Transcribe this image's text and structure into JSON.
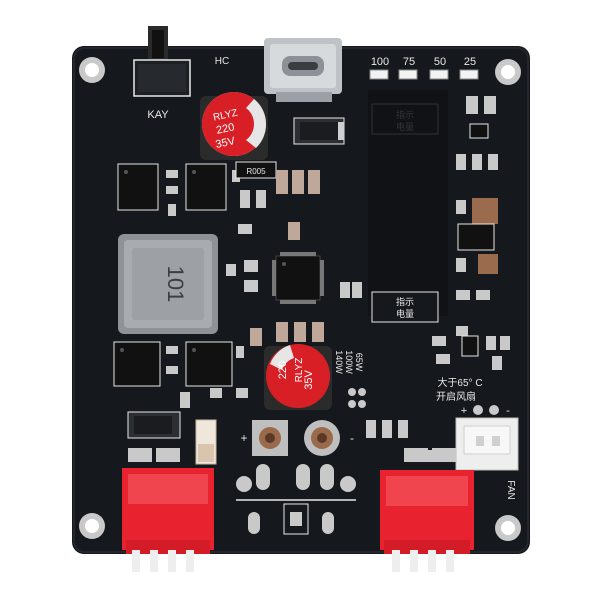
{
  "board": {
    "colors": {
      "pcb": "#15181c",
      "silkscreen": "#e8e8e8",
      "connector": "#e8232f",
      "capacitor": "#d81f26",
      "metal": "#c9c9c9"
    },
    "labels": {
      "kay": "KAY",
      "hc": "HC",
      "led_100": "100",
      "led_75": "75",
      "led_50": "50",
      "led_25": "25",
      "chn_top_a": "指示",
      "chn_top_b": "电量",
      "chn_mid_a": "指示",
      "chn_mid_b": "电量",
      "cap_top_brand": "RLYZ",
      "cap_top_value": "220",
      "cap_top_voltage": "35V",
      "cap_bot_brand": "RLYZ",
      "cap_bot_value": "220",
      "cap_bot_voltage": "35V",
      "inductor": "101",
      "r005": "R005",
      "power_65": "65W",
      "power_100": "100W",
      "power_140": "140W",
      "temp_line1": "大于65° C",
      "temp_line2": "开启风扇",
      "fan": "FAN",
      "plus_left": "+",
      "minus_left": "-",
      "plus_fan": "+",
      "minus_fan": "-"
    }
  }
}
